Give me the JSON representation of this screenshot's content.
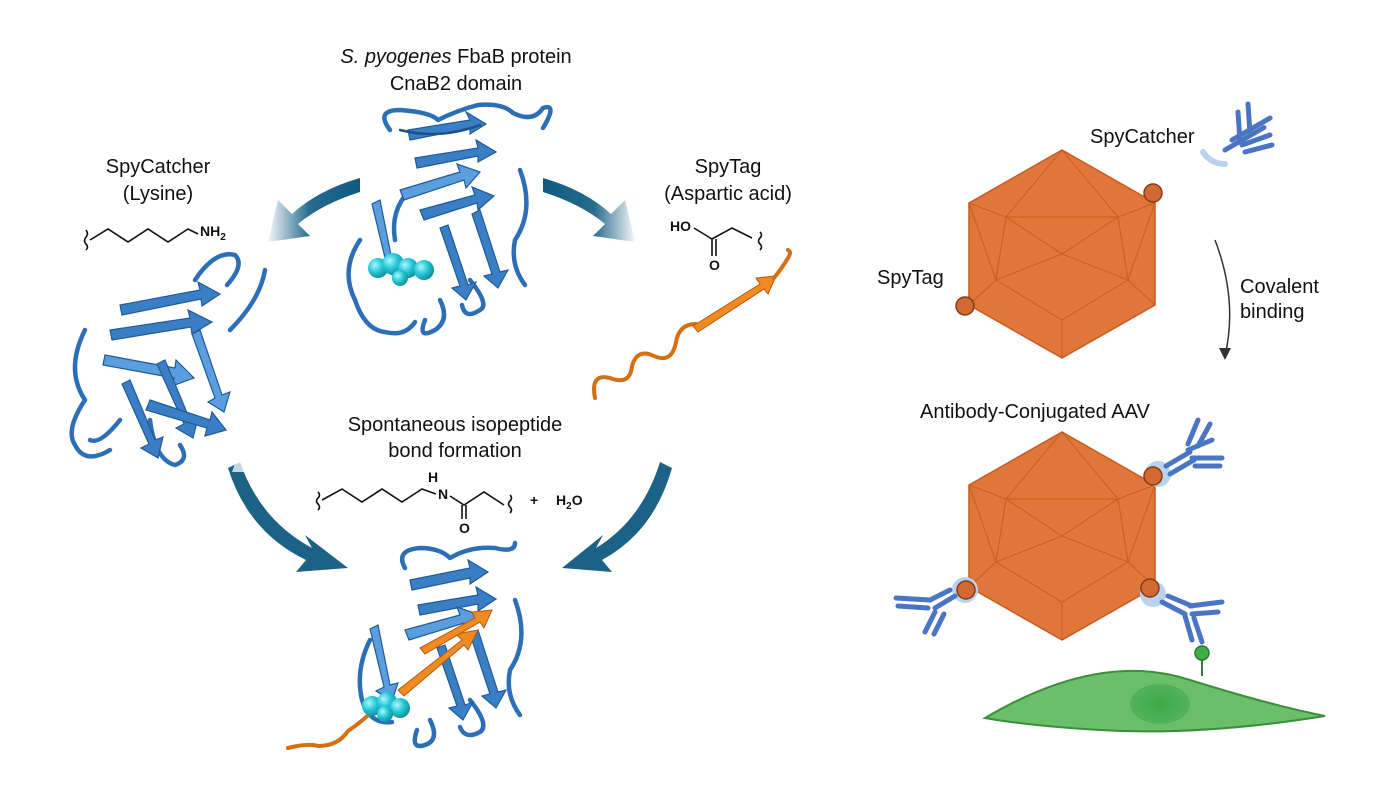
{
  "labels": {
    "cnab2_title_italic": "S. pyogenes",
    "cnab2_title_rest": " FbaB protein",
    "cnab2_title_line2": "CnaB2 domain",
    "spycatcher_left_line1": "SpyCatcher",
    "spycatcher_left_line2": "(Lysine)",
    "spytag_left_line1": "SpyTag",
    "spytag_left_line2": "(Aspartic acid)",
    "isopeptide_line1": "Spontaneous isopeptide",
    "isopeptide_line2": "bond formation",
    "plus": "+",
    "nh2": "NH",
    "nh2_sub": "2",
    "ho": "HO",
    "o_spytag": "O",
    "h_product": "H",
    "n_product": "N",
    "o_product": "O",
    "water_h": "H",
    "water_sub": "2",
    "water_o": "O",
    "spycatcher_right": "SpyCatcher",
    "spytag_right": "SpyTag",
    "covalent_line1": "Covalent",
    "covalent_line2": "binding",
    "antibody_aav": "Antibody-Conjugated AAV"
  },
  "colors": {
    "protein_blue": "#2c6fb6",
    "spytag_orange": "#f08a22",
    "aav_orange": "#e0773a",
    "arrow_teal": "#0f5a80",
    "cell_green": "#6cbf6a",
    "antibody_blue": "#4a74c4",
    "residue_cyan": "#25c9d8"
  }
}
